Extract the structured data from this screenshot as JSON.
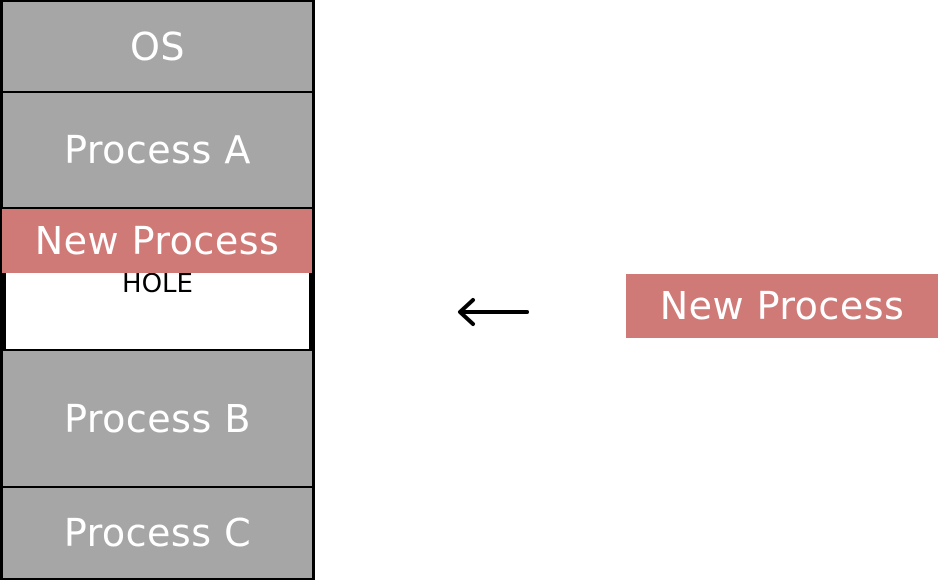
{
  "memory": {
    "os_label": "OS",
    "process_a_label": "Process A",
    "hole_label": "HOLE",
    "new_process_label": "New Process",
    "process_b_label": "Process B",
    "process_c_label": "Process C"
  },
  "incoming": {
    "new_process_label": "New Process"
  },
  "colors": {
    "block_gray": "#a6a6a6",
    "new_process": "#d07a78",
    "hole": "#ffffff",
    "border": "#000000"
  },
  "icons": {
    "arrow": "left-arrow-icon"
  }
}
